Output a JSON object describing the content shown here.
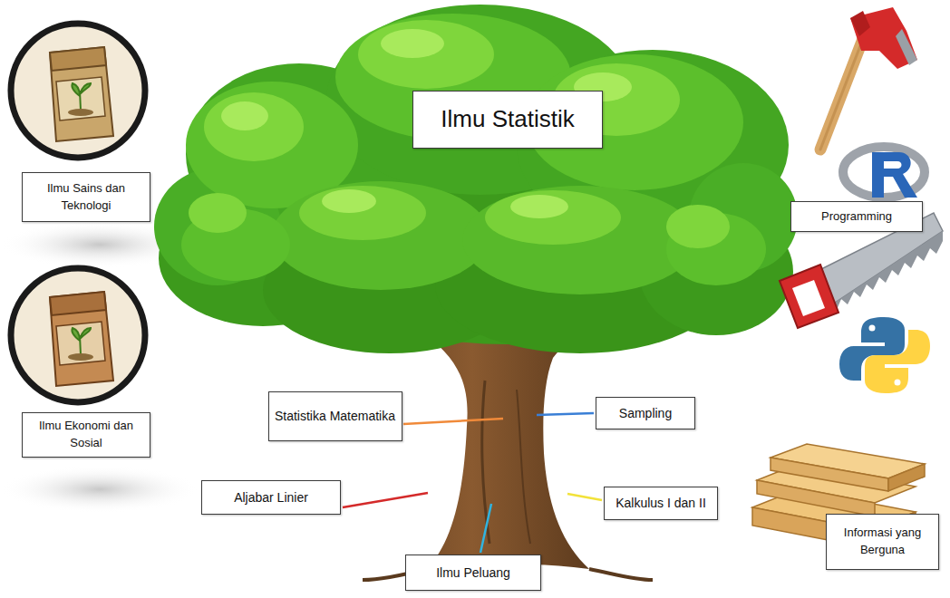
{
  "diagram": {
    "nodes": [
      {
        "text": [
          "Ilmu Statistik"
        ]
      },
      {
        "text": [
          "Ilmu Sains dan Teknologi"
        ]
      },
      {
        "text": [
          "Programming"
        ]
      },
      {
        "text": [
          "Statistika Matematika"
        ]
      },
      {
        "text": [
          "Sampling"
        ]
      },
      {
        "text": [
          "Ilmu Ekonomi dan Sosial"
        ]
      },
      {
        "text": [
          "Aljabar Linier"
        ]
      },
      {
        "text": [
          "Kalkulus I dan II"
        ]
      },
      {
        "text": [
          "Informasi yang Berguna"
        ]
      },
      {
        "text": [
          "Ilmu Peluang"
        ]
      }
    ]
  }
}
